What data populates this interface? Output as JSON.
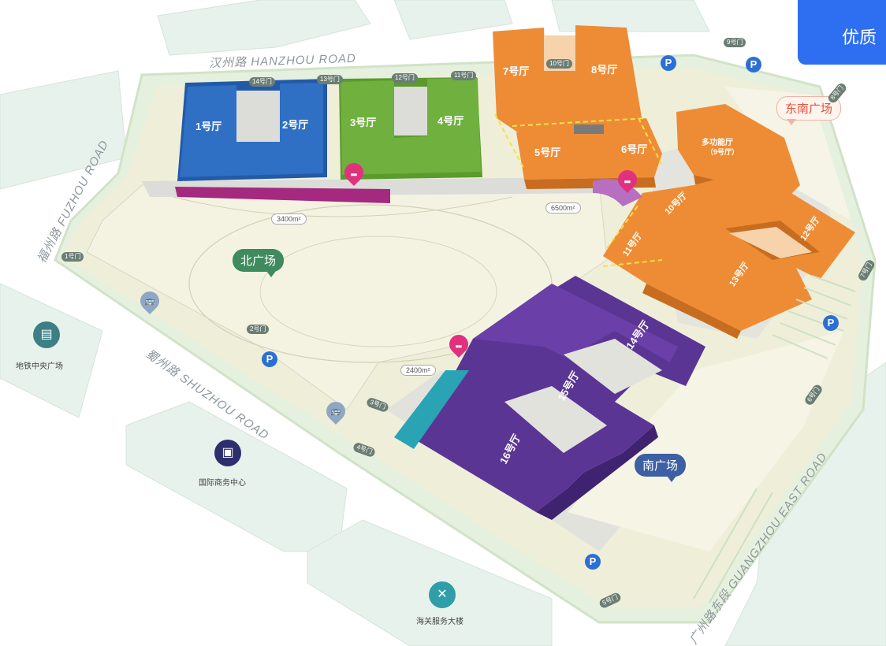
{
  "roads": {
    "hanzhou": "汉州路 HANZHOU ROAD",
    "fuzhou": "福州路 FUZHOU ROAD",
    "shuzhou": "蜀州路 SHUZHOU ROAD",
    "guangzhou": "广州路东段 GUANGZHOU EAST ROAD"
  },
  "halls": {
    "h1": "1号厅",
    "h2": "2号厅",
    "h3": "3号厅",
    "h4": "4号厅",
    "h5": "5号厅",
    "h6": "6号厅",
    "h7": "7号厅",
    "h8": "8号厅",
    "multi": "多功能厅",
    "multi_sub": "（9号厅）",
    "h10": "10号厅",
    "h11": "11号厅",
    "h12": "12号厅",
    "h13": "13号厅",
    "h14": "14号厅",
    "h15": "15号厅",
    "h16": "16号厅"
  },
  "plazas": {
    "north": "北广场",
    "south": "南广场",
    "east": "东南广场"
  },
  "areas": {
    "a1": "3400m²",
    "a2": "6500m²",
    "a3": "2400m²"
  },
  "gates": {
    "g1": "1号门",
    "g2": "2号门",
    "g3": "3号门",
    "g4": "4号门",
    "g5": "5号门",
    "g6": "6号门",
    "g7": "7号门",
    "g8": "8号门",
    "g9": "9号门",
    "g10": "10号门",
    "g11": "11号门",
    "g12": "12号门",
    "g13": "13号门",
    "g14": "14号门"
  },
  "parking": "P",
  "pois": {
    "metro": "地铁中央广场",
    "business": "国际商务中心",
    "customs": "海关服务大楼"
  },
  "top_button": "优质",
  "colors": {
    "blue_hall": "#2f6fc4",
    "green_hall": "#6fb03f",
    "orange_hall": "#ee8c35",
    "purple_hall": "#5b3594",
    "dining": "#a4297f",
    "teal": "#2aa4b5",
    "ground": "#efefd9"
  }
}
